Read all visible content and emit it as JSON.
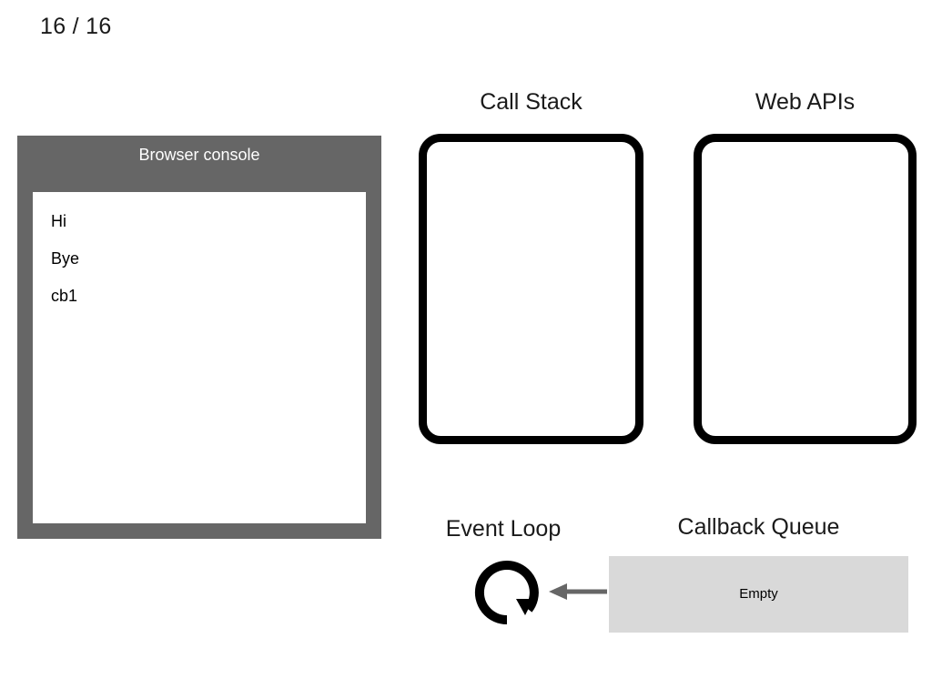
{
  "page": {
    "counter": "16 / 16"
  },
  "console": {
    "title": "Browser console",
    "lines": [
      "Hi",
      "Bye",
      "cb1"
    ]
  },
  "call_stack": {
    "title": "Call Stack",
    "items": []
  },
  "web_apis": {
    "title": "Web APIs",
    "items": []
  },
  "event_loop": {
    "title": "Event Loop",
    "icon": "circular-arrow-icon",
    "arrow_icon": "arrow-left-icon"
  },
  "callback_queue": {
    "title": "Callback Queue",
    "empty_label": "Empty",
    "items": []
  },
  "colors": {
    "console_frame": "#666666",
    "console_background": "#ffffff",
    "box_border": "#000000",
    "queue_fill": "#d9d9d9",
    "arrow": "#666666",
    "text": "#1a1a1a"
  }
}
